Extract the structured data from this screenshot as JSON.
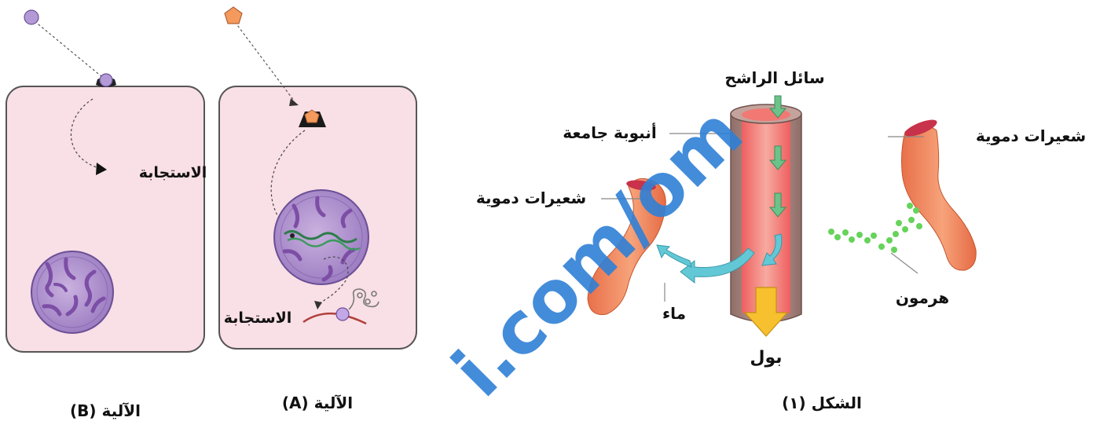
{
  "mechanism_b": {
    "caption": "الآلية (B)",
    "response_label": "الاستجابة"
  },
  "mechanism_a": {
    "caption": "الآلية (A)",
    "response_label": "الاستجابة"
  },
  "figure1": {
    "caption": "الشكل (١)",
    "filtrate_label": "سائل الراشح",
    "collecting_duct_label": "أنبوبة جامعة",
    "capillaries_left_label": "شعيرات دموية",
    "capillaries_right_label": "شعيرات دموية",
    "water_label": "ماء",
    "urine_label": "بول",
    "hormone_label": "هرمون"
  },
  "watermark": {
    "text": "i.com/om",
    "color": "#2f7fd6"
  },
  "colors": {
    "cell_fill": "#f9dfe6",
    "cell_stroke": "#555555",
    "nucleus": "#a98acb",
    "chromatin": "#8050a8",
    "duct_wall": "#a88680",
    "duct_lumen": "#f2807a",
    "capillary": "#f08e62",
    "capillary_end": "#c8324a",
    "hormone_dot": "#66d35a",
    "flow_arrow": "#6cc38a",
    "water_arrow": "#5cc6d8",
    "urine_arrow": "#f6c02e"
  }
}
